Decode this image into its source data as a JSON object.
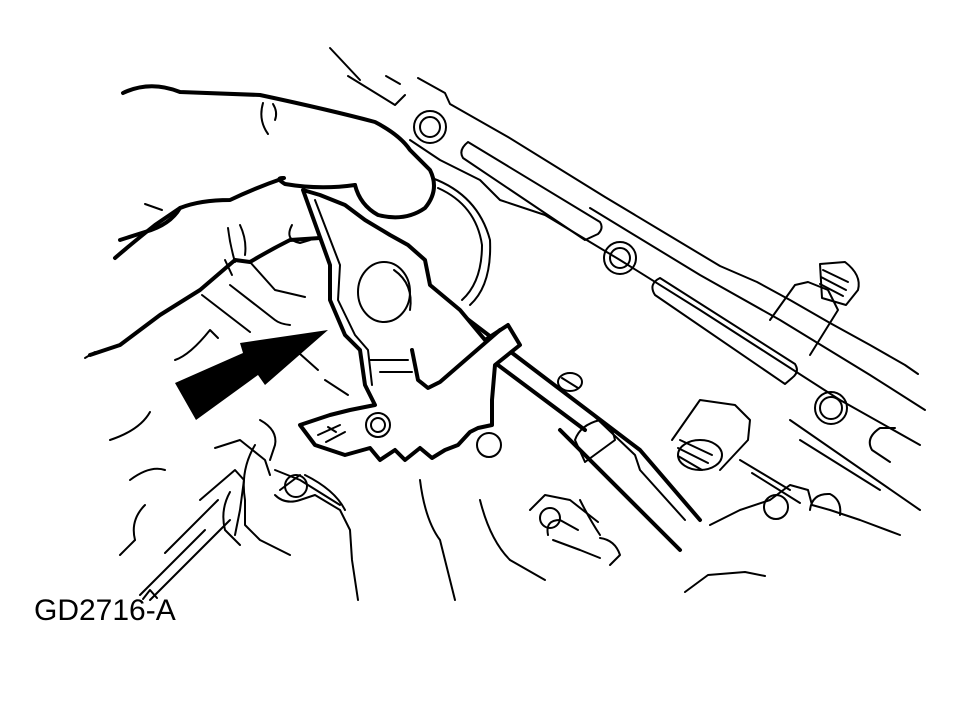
{
  "figure": {
    "label": "GD2716-A",
    "type": "technical line illustration",
    "subject": "hand positioning manual valve detent lever on transmission valve body",
    "colors": {
      "line": "#000000",
      "background": "#ffffff"
    },
    "callouts": [
      {
        "kind": "arrow",
        "direction": "up-right",
        "points_to": "detent-lever",
        "fill": "#000000"
      }
    ]
  }
}
